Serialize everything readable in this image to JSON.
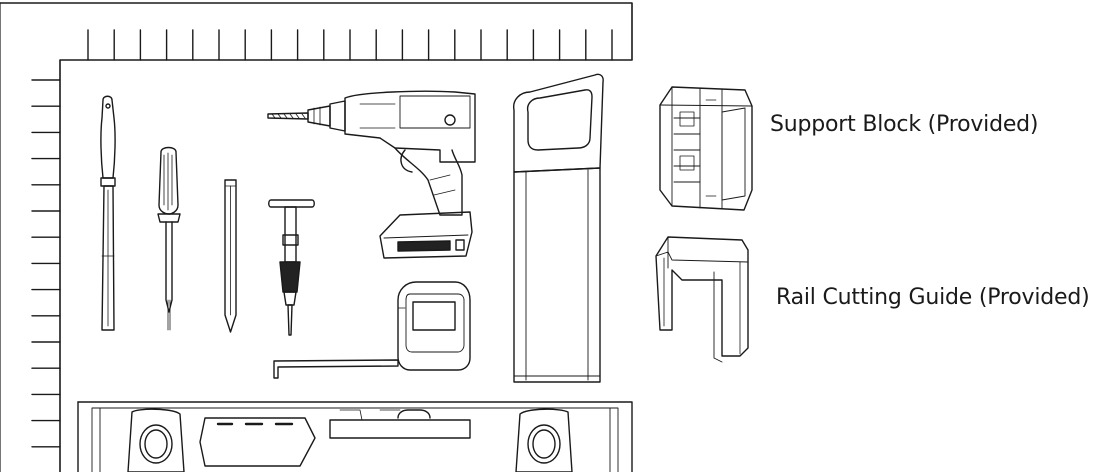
{
  "labels": {
    "support_block": "Support Block (Provided)",
    "rail_cutting_guide": "Rail Cutting Guide (Provided)"
  },
  "colors": {
    "line": "#1a1a1a",
    "background": "#ffffff",
    "tool_fill": "#ffffff",
    "dark_fill": "#222222"
  },
  "items": [
    {
      "name": "pegboard",
      "icon": "pegboard-icon"
    },
    {
      "name": "file",
      "icon": "file-icon"
    },
    {
      "name": "screwdriver",
      "icon": "screwdriver-icon"
    },
    {
      "name": "pencil",
      "icon": "pencil-icon"
    },
    {
      "name": "drill",
      "icon": "cordless-drill-icon"
    },
    {
      "name": "hex-key driver",
      "icon": "t-handle-driver-icon"
    },
    {
      "name": "hand saw",
      "icon": "hand-saw-icon"
    },
    {
      "name": "tape measure",
      "icon": "tape-measure-icon"
    },
    {
      "name": "spirit level",
      "icon": "spirit-level-icon"
    },
    {
      "name": "support block",
      "icon": "support-block-icon"
    },
    {
      "name": "rail cutting guide",
      "icon": "rail-cutting-guide-icon"
    }
  ]
}
